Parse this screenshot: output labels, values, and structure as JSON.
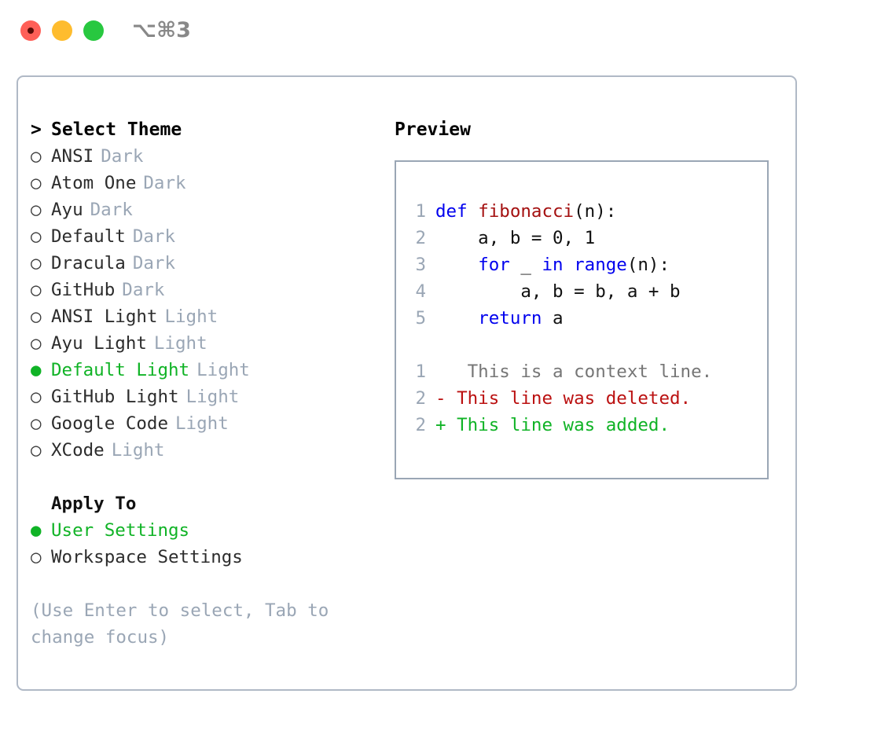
{
  "window": {
    "title": "⌥⌘3",
    "traffic_lights": [
      {
        "name": "close",
        "color": "#ff5f57"
      },
      {
        "name": "minimize",
        "color": "#febc2e"
      },
      {
        "name": "maximize",
        "color": "#28c840"
      }
    ]
  },
  "colors": {
    "accent_green": "#10b326",
    "badge_gray": "#9aa6b5",
    "hint_gray": "#9aa6b5",
    "panel_border": "#b0b9c6",
    "preview_border": "#9aa6b5",
    "keyword_blue": "#0000ee",
    "function_red": "#a41010",
    "diff_deleted": "#bb1111",
    "diff_added": "#10b326",
    "diff_context": "#767676"
  },
  "theme_picker": {
    "header": "Select Theme",
    "caret": ">",
    "bullet_selected": "●",
    "bullet_unselected": "○",
    "items": [
      {
        "name": "ANSI",
        "badge": "Dark",
        "selected": false
      },
      {
        "name": "Atom One",
        "badge": "Dark",
        "selected": false
      },
      {
        "name": "Ayu",
        "badge": "Dark",
        "selected": false
      },
      {
        "name": "Default",
        "badge": "Dark",
        "selected": false
      },
      {
        "name": "Dracula",
        "badge": "Dark",
        "selected": false
      },
      {
        "name": "GitHub",
        "badge": "Dark",
        "selected": false
      },
      {
        "name": "ANSI Light",
        "badge": "Light",
        "selected": false
      },
      {
        "name": "Ayu Light",
        "badge": "Light",
        "selected": false
      },
      {
        "name": "Default Light",
        "badge": "Light",
        "selected": true
      },
      {
        "name": "GitHub Light",
        "badge": "Light",
        "selected": false
      },
      {
        "name": "Google Code",
        "badge": "Light",
        "selected": false
      },
      {
        "name": "XCode",
        "badge": "Light",
        "selected": false
      }
    ]
  },
  "apply_to": {
    "label": "Apply To",
    "items": [
      {
        "name": "User Settings",
        "selected": true
      },
      {
        "name": "Workspace Settings",
        "selected": false
      }
    ]
  },
  "hint": "(Use Enter to select, Tab to change focus)",
  "preview": {
    "title": "Preview",
    "code_lines": [
      {
        "number": "1",
        "tokens": [
          {
            "t": "def ",
            "c": "kw"
          },
          {
            "t": "fibonacci",
            "c": "fn"
          },
          {
            "t": "(n):",
            "c": "plain"
          }
        ]
      },
      {
        "number": "2",
        "tokens": [
          {
            "t": "    a, b = 0, 1",
            "c": "plain"
          }
        ]
      },
      {
        "number": "3",
        "tokens": [
          {
            "t": "    ",
            "c": "plain"
          },
          {
            "t": "for",
            "c": "kw"
          },
          {
            "t": " _ ",
            "c": "plain"
          },
          {
            "t": "in",
            "c": "kw"
          },
          {
            "t": " ",
            "c": "plain"
          },
          {
            "t": "range",
            "c": "kw"
          },
          {
            "t": "(n):",
            "c": "plain"
          }
        ]
      },
      {
        "number": "4",
        "tokens": [
          {
            "t": "        a, b = b, a + b",
            "c": "plain"
          }
        ]
      },
      {
        "number": "5",
        "tokens": [
          {
            "t": "    ",
            "c": "plain"
          },
          {
            "t": "return",
            "c": "kw"
          },
          {
            "t": " a",
            "c": "plain"
          }
        ]
      }
    ],
    "diff_lines": [
      {
        "number": "1",
        "marker": " ",
        "text": "  This is a context line.",
        "kind": "ctx"
      },
      {
        "number": "2",
        "marker": "-",
        "text": " This line was deleted.",
        "kind": "del"
      },
      {
        "number": "2",
        "marker": "+",
        "text": " This line was added.",
        "kind": "add"
      }
    ]
  }
}
